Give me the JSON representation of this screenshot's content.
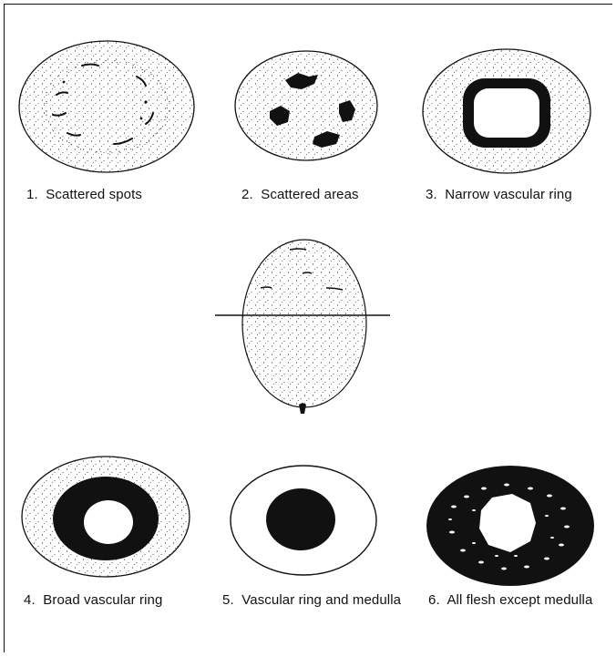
{
  "figure": {
    "panels": [
      {
        "number": "1.",
        "label": "Scattered spots",
        "pattern": "scattered-spots"
      },
      {
        "number": "2.",
        "label": "Scattered areas",
        "pattern": "scattered-areas"
      },
      {
        "number": "3.",
        "label": "Narrow vascular ring",
        "pattern": "narrow-ring"
      },
      {
        "number": "4.",
        "label": "Broad vascular ring",
        "pattern": "broad-ring"
      },
      {
        "number": "5.",
        "label": "Vascular ring and medulla",
        "pattern": "ring-and-medulla"
      },
      {
        "number": "6.",
        "label": "All flesh except medulla",
        "pattern": "all-flesh-except-medulla"
      }
    ],
    "colors": {
      "ink": "#111111",
      "stipple": "#333333",
      "paper": "#ffffff"
    }
  }
}
